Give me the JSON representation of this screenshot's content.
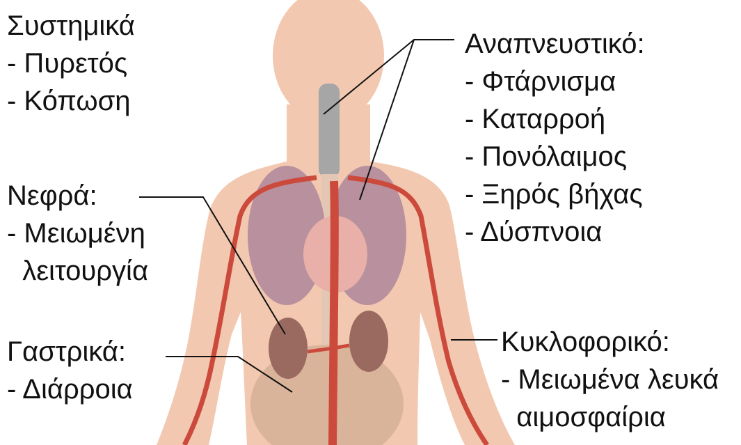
{
  "groups": {
    "systemic": {
      "title": "Συστημικά",
      "items": [
        "- Πυρετός",
        "- Κόπωση"
      ]
    },
    "respiratory": {
      "title": "Αναπνευστικό:",
      "items": [
        "- Φτάρνισμα",
        "- Καταρροή",
        "- Πονόλαιμος",
        "- Ξηρός βήχας",
        "- Δύσπνοια"
      ]
    },
    "kidneys": {
      "title": "Νεφρά:",
      "items": [
        "- Μειωμένη",
        "  λειτουργία"
      ]
    },
    "gastric": {
      "title": "Γαστρικά:",
      "items": [
        "- Διάρροια"
      ]
    },
    "circulatory": {
      "title": "Κυκλοφορικό:",
      "items": [
        "- Μειωμένα λευκά",
        "  αιμοσφαίρια"
      ]
    }
  },
  "colors": {
    "skin": "#f2c8b0",
    "artery": "#cc4a3c",
    "lung": "#b8909e",
    "heart": "#e8b0a8",
    "kidney": "#9a6a60",
    "intestine": "#d9b49a",
    "trachea": "#a6a6a6",
    "leader_line": "#111111"
  }
}
